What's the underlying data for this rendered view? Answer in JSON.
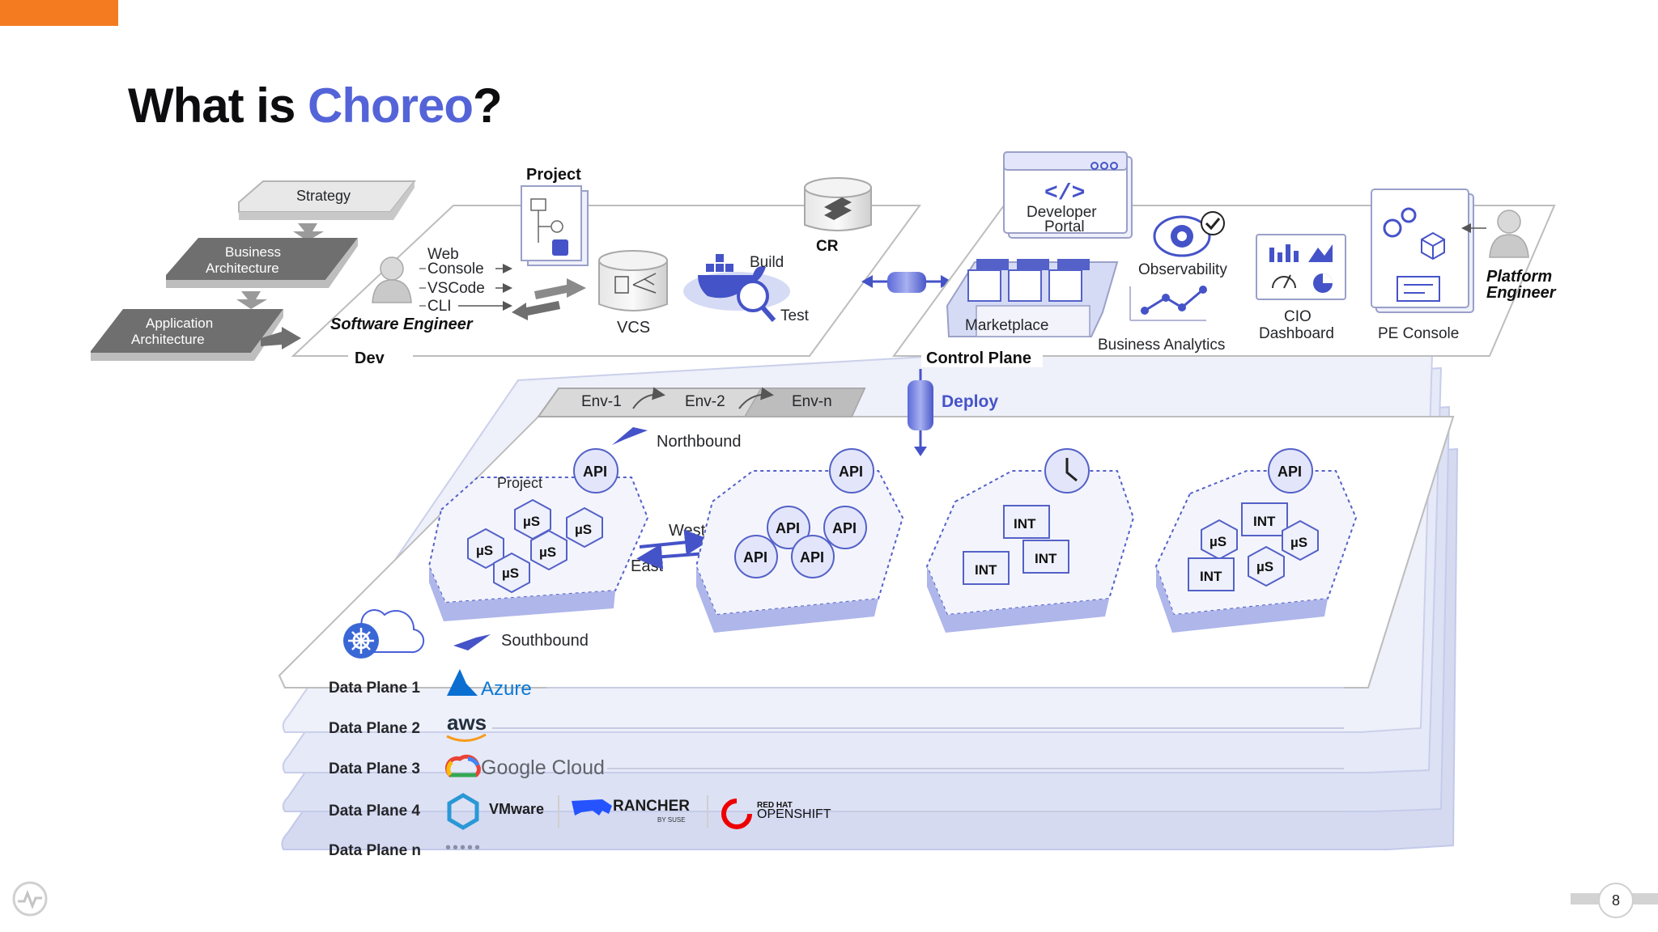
{
  "header": {
    "title_prefix": "What is ",
    "title_brand": "Choreo",
    "title_suffix": "?",
    "accent_color": "#f47b20",
    "brand_color": "#5464d8"
  },
  "dev": {
    "strategy": "Strategy",
    "business_arch_1": "Business",
    "business_arch_2": "Architecture",
    "application_arch_1": "Application",
    "application_arch_2": "Architecture",
    "web_console_1": "Web",
    "web_console_2": "Console",
    "vscode": "VSCode",
    "cli": "CLI",
    "software_engineer": "Software Engineer",
    "project": "Project",
    "vcs": "VCS",
    "build": "Build",
    "test": "Test",
    "cr": "CR",
    "dev_label": "Dev"
  },
  "control": {
    "developer_portal_1": "Developer",
    "developer_portal_2": "Portal",
    "marketplace": "Marketplace",
    "observability": "Observability",
    "business_analytics": "Business Analytics",
    "cio_1": "CIO",
    "cio_2": "Dashboard",
    "pe_console": "PE Console",
    "platform_engineer_1": "Platform",
    "platform_engineer_2": "Engineer",
    "control_plane": "Control Plane",
    "deploy": "Deploy"
  },
  "envs": [
    "Env-1",
    "Env-2",
    "Env-n"
  ],
  "data": {
    "northbound": "Northbound",
    "southbound": "Southbound",
    "west": "West",
    "east": "East",
    "project": "Project",
    "api": "API",
    "us": "µS",
    "int": "INT"
  },
  "planes": [
    {
      "label": "Data Plane 1",
      "provider": "Azure"
    },
    {
      "label": "Data Plane 2",
      "provider": "aws"
    },
    {
      "label": "Data Plane 3",
      "provider": "Google Cloud"
    },
    {
      "label": "Data Plane 4",
      "provider": "VMware",
      "provider2": "RANCHER",
      "provider2_sub": "BY SUSE",
      "provider3_top": "RED HAT",
      "provider3": "OPENSHIFT"
    },
    {
      "label": "Data Plane n",
      "provider": "•••••"
    }
  ],
  "footer": {
    "page": "8"
  }
}
